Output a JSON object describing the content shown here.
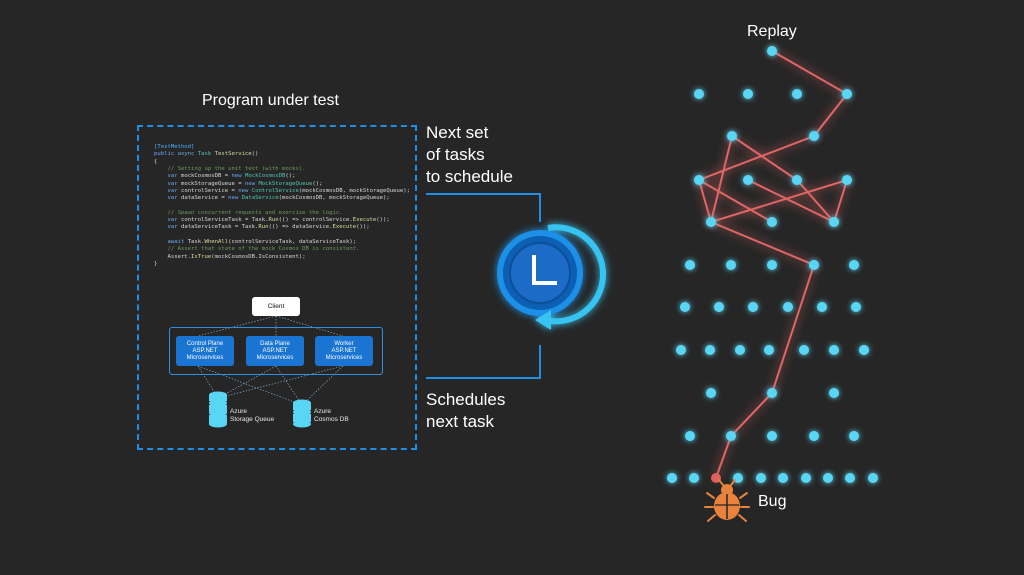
{
  "left_panel": {
    "title": "Program under test",
    "code_lines": [
      {
        "parts": [
          {
            "t": "[TestMethod]",
            "c": "at"
          }
        ]
      },
      {
        "parts": [
          {
            "t": "public async ",
            "c": "kw"
          },
          {
            "t": "Task ",
            "c": "ty"
          },
          {
            "t": "TestService",
            "c": "fn"
          },
          {
            "t": "()",
            "c": ""
          }
        ]
      },
      {
        "parts": [
          {
            "t": "{",
            "c": ""
          }
        ]
      },
      {
        "parts": [
          {
            "t": "    // Setting up the unit test (with mocks).",
            "c": "cm"
          }
        ]
      },
      {
        "parts": [
          {
            "t": "    var ",
            "c": "kw"
          },
          {
            "t": "mockCosmosDB = ",
            "c": ""
          },
          {
            "t": "new ",
            "c": "kw"
          },
          {
            "t": "MockCosmosDB",
            "c": "ty"
          },
          {
            "t": "();",
            "c": ""
          }
        ]
      },
      {
        "parts": [
          {
            "t": "    var ",
            "c": "kw"
          },
          {
            "t": "mockStorageQueue = ",
            "c": ""
          },
          {
            "t": "new ",
            "c": "kw"
          },
          {
            "t": "MockStorageQueue",
            "c": "ty"
          },
          {
            "t": "();",
            "c": ""
          }
        ]
      },
      {
        "parts": [
          {
            "t": "    var ",
            "c": "kw"
          },
          {
            "t": "controlService = ",
            "c": ""
          },
          {
            "t": "new ",
            "c": "kw"
          },
          {
            "t": "ControlService",
            "c": "ty"
          },
          {
            "t": "(mockCosmosDB, mockStorageQueue);",
            "c": ""
          }
        ]
      },
      {
        "parts": [
          {
            "t": "    var ",
            "c": "kw"
          },
          {
            "t": "dataService = ",
            "c": ""
          },
          {
            "t": "new ",
            "c": "kw"
          },
          {
            "t": "DataService",
            "c": "ty"
          },
          {
            "t": "(mockCosmosDB, mockStorageQueue);",
            "c": ""
          }
        ]
      },
      {
        "parts": [
          {
            "t": "",
            "c": ""
          }
        ]
      },
      {
        "parts": [
          {
            "t": "    // Spawn concurrent requests and exercise the logic.",
            "c": "cm"
          }
        ]
      },
      {
        "parts": [
          {
            "t": "    var ",
            "c": "kw"
          },
          {
            "t": "controlServiceTask = Task.",
            "c": ""
          },
          {
            "t": "Run",
            "c": "fn"
          },
          {
            "t": "(() => controlService.",
            "c": ""
          },
          {
            "t": "Execute",
            "c": "fn"
          },
          {
            "t": "());",
            "c": ""
          }
        ]
      },
      {
        "parts": [
          {
            "t": "    var ",
            "c": "kw"
          },
          {
            "t": "dataServiceTask = Task.",
            "c": ""
          },
          {
            "t": "Run",
            "c": "fn"
          },
          {
            "t": "(() => dataService.",
            "c": ""
          },
          {
            "t": "Execute",
            "c": "fn"
          },
          {
            "t": "());",
            "c": ""
          }
        ]
      },
      {
        "parts": [
          {
            "t": "",
            "c": ""
          }
        ]
      },
      {
        "parts": [
          {
            "t": "    await ",
            "c": "kw"
          },
          {
            "t": "Task.",
            "c": ""
          },
          {
            "t": "WhenAll",
            "c": "fn"
          },
          {
            "t": "(controlServiceTask, dataServiceTask);",
            "c": ""
          }
        ]
      },
      {
        "parts": [
          {
            "t": "    // Assert that state of the mock Cosmos DB is consistent.",
            "c": "cm"
          }
        ]
      },
      {
        "parts": [
          {
            "t": "    Assert.",
            "c": ""
          },
          {
            "t": "IsTrue",
            "c": "fn"
          },
          {
            "t": "(mockCosmosDB.IsConsistent);",
            "c": ""
          }
        ]
      },
      {
        "parts": [
          {
            "t": "}",
            "c": ""
          }
        ]
      }
    ],
    "client_label": "Client",
    "services": [
      {
        "line1": "Control Plane",
        "line2": "ASP.NET",
        "line3": "Microservices"
      },
      {
        "line1": "Data Plane",
        "line2": "ASP.NET",
        "line3": "Microservices"
      },
      {
        "line1": "Worker",
        "line2": "ASP.NET",
        "line3": "Microservices"
      }
    ],
    "storage_queue": {
      "line1": "Azure",
      "line2": "Storage Queue"
    },
    "cosmos_db": {
      "line1": "Azure",
      "line2": "Cosmos DB"
    }
  },
  "middle": {
    "next_tasks": [
      "Next set",
      "of tasks",
      "to schedule"
    ],
    "schedules": [
      "Schedules",
      "next task"
    ],
    "clock_icon": "clock-replay-icon"
  },
  "right_panel": {
    "replay_label": "Replay",
    "bug_label": "Bug",
    "bug_icon": "bug-icon"
  },
  "colors": {
    "background": "#262626",
    "accent_blue": "#1e8fe6",
    "node": "#5ad6f5",
    "path": "#e15f5f",
    "bug": "#e8823c"
  }
}
